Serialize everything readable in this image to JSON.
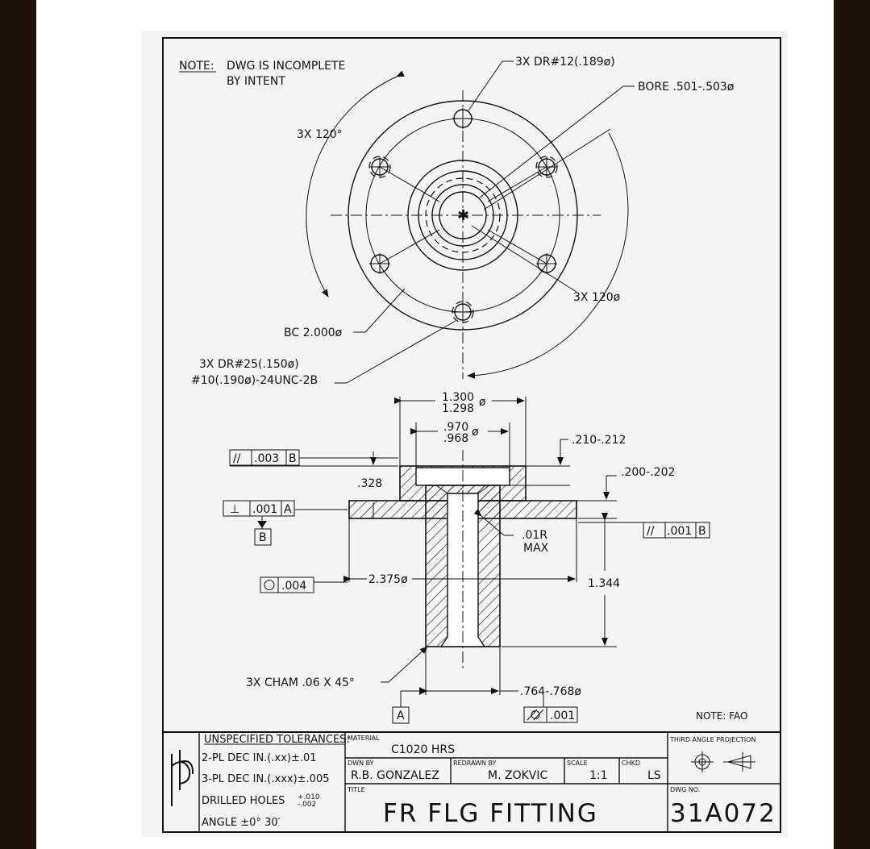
{
  "notes": {
    "note_label": "NOTE:",
    "note_line1": "DWG IS INCOMPLETE",
    "note_line2": "BY INTENT",
    "note_fao": "NOTE: FAO"
  },
  "top_view": {
    "dr12": "3X DR#12(.189ø)",
    "bore": "BORE .501-.503ø",
    "angle_120_left": "3X 120°",
    "angle_120_right": "3X 120ø",
    "bolt_circle": "BC 2.000ø",
    "dr25": "3X DR#25(.150ø)",
    "tap": "#10(.190ø)-24UNC-2B"
  },
  "section_view": {
    "dia_top_upper": "1.300",
    "dia_top_lower": "1.298",
    "dia_inner_upper": ".970",
    "dia_inner_lower": ".968",
    "dia_symbol": "ø",
    "dim_210": ".210-.212",
    "dim_200": ".200-.202",
    "dim_328": ".328",
    "radius_line1": ".01R",
    "radius_line2": "MAX",
    "dia_flange": "2.375ø",
    "height": "1.344",
    "chamfer": "3X CHAM .06 X 45°",
    "dia_bottom": ".764-.768ø"
  },
  "gdt": {
    "parallel_top": {
      "symbol": "//",
      "value": ".003",
      "datum": "B"
    },
    "perpendicular": {
      "symbol": "⊥",
      "value": ".001",
      "datum": "A"
    },
    "datum_b": "B",
    "parallel_right": {
      "symbol": "//",
      "value": ".001",
      "datum": "B"
    },
    "circularity": {
      "symbol": "○",
      "value": ".004"
    },
    "datum_a": "A",
    "cylindricity": {
      "symbol": "⌭",
      "value": ".001"
    }
  },
  "title_block": {
    "tolerances_title": "UNSPECIFIED TOLERANCES:",
    "tol_2pl": "2-PL DEC IN.(.xx)±.01",
    "tol_3pl": "3-PL DEC IN.(.xxx)±.005",
    "tol_drilled": "DRILLED HOLES",
    "tol_drilled_plus": "+.010",
    "tol_drilled_minus": "-.002",
    "tol_angle": "ANGLE ±0° 30′",
    "material_label": "MATERIAL",
    "material": "C1020 HRS",
    "dwn_label": "DWN BY",
    "dwn": "R.B. GONZALEZ",
    "redrawn_label": "REDRAWN BY",
    "redrawn": "M. ZOKVIC",
    "scale_label": "SCALE",
    "scale": "1:1",
    "chkd_label": "CHKD",
    "chkd": "LS",
    "projection_label": "THIRD ANGLE PROJECTION",
    "title_label": "TITLE",
    "title": "FR FLG FITTING",
    "dwg_label": "DWG NO.",
    "dwg_no": "31A072"
  }
}
